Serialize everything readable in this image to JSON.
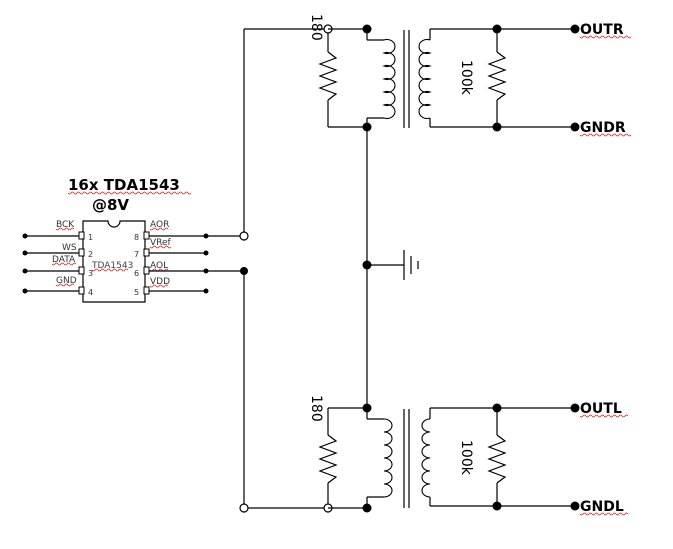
{
  "chip": {
    "title": "16x TDA1543",
    "supply": "@8V",
    "part": "TDA1543",
    "pins": [
      {
        "num": "1",
        "label": "BCK"
      },
      {
        "num": "2",
        "label": "WS"
      },
      {
        "num": "3",
        "label": "DATA"
      },
      {
        "num": "4",
        "label": "GND"
      },
      {
        "num": "5",
        "label": "VDD"
      },
      {
        "num": "6",
        "label": "AOL"
      },
      {
        "num": "7",
        "label": "VRef"
      },
      {
        "num": "8",
        "label": "AOR"
      }
    ]
  },
  "resistors": {
    "r_top_primary": "180",
    "r_top_secondary": "100k",
    "r_bottom_primary": "180",
    "r_bottom_secondary": "100k"
  },
  "outputs": {
    "outr": "OUTR",
    "gndr": "GNDR",
    "outl": "OUTL",
    "gndl": "GNDL"
  }
}
